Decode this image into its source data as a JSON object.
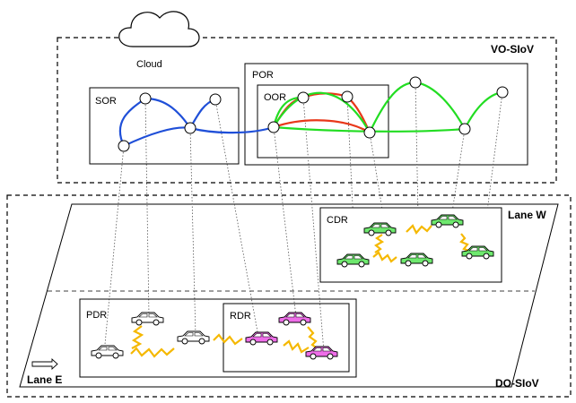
{
  "layers": {
    "vo": {
      "label": "VO-SIoV"
    },
    "do": {
      "label": "DO-SIoV"
    }
  },
  "cloud": {
    "label": "Cloud"
  },
  "regions": {
    "sor": "SOR",
    "por": "POR",
    "oor": "OOR",
    "cdr": "CDR",
    "pdr": "PDR",
    "rdr": "RDR"
  },
  "lanes": {
    "west": "Lane W",
    "east": "Lane E"
  },
  "colors": {
    "sor_link": "#1f4fd8",
    "por_link": "#22dd22",
    "oor_link": "#e8381a",
    "cdr_car": "#6ee86e",
    "rdr_car": "#ee6ee8",
    "plain_car": "#ffffff",
    "v2v_link": "#f5b800"
  },
  "icons": [
    "cloud-icon",
    "car-icon",
    "lightning-link-icon",
    "arrow-right-icon"
  ]
}
